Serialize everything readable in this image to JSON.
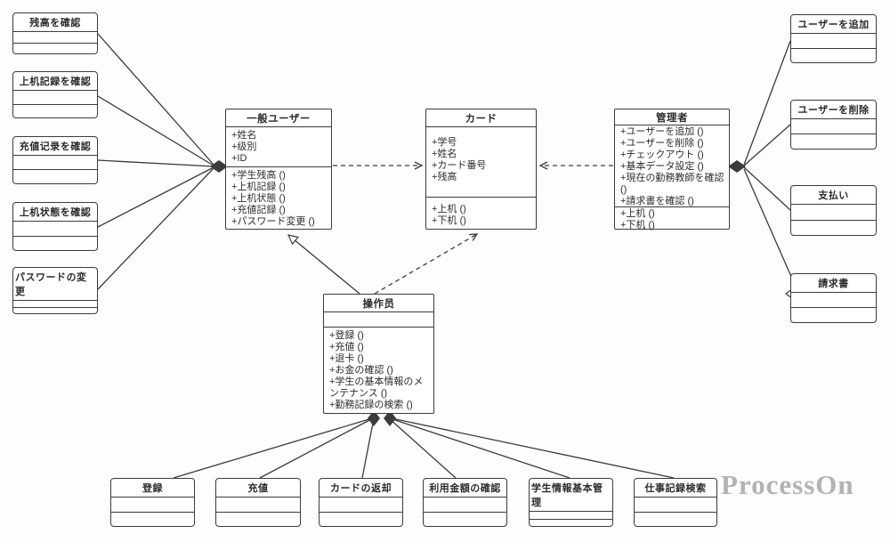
{
  "watermark": "ProcessOn",
  "usecases": {
    "left": [
      "残高を確認",
      "上机記録を確認",
      "充値记录を確認",
      "上机状態を確認",
      "パスワードの変更"
    ],
    "right": [
      "ユーザーを追加",
      "ユーザーを削除",
      "支払い",
      "請求書"
    ],
    "bottom": [
      "登録",
      "充値",
      "カードの返却",
      "利用金額の確認",
      "学生情報基本管理",
      "仕事記録検索"
    ]
  },
  "classes": {
    "general_user": {
      "title": "一般ユーザー",
      "attributes": [
        "+姓名",
        "+级別",
        "+ID"
      ],
      "methods": [
        "+学生残高 ()",
        "+上机記録 ()",
        "+上机状態 ()",
        "+充値記録 ()",
        "+パスワード変更 ()"
      ]
    },
    "card": {
      "title": "カード",
      "attributes": [
        "+学号",
        "+姓名",
        "+カード番号",
        "+残高"
      ],
      "methods": [
        "+上机 ()",
        "+下机 ()"
      ]
    },
    "admin": {
      "title": "管理者",
      "methods1": [
        "+ユーザーを追加 ()",
        "+ユーザーを削除 ()",
        "+チェックアウト ()",
        "+基本データ設定 ()",
        "+現在の勤務教師を確認 ()",
        "+請求書を確認 ()"
      ],
      "methods2": [
        "+上机 ()",
        "+下机 ()"
      ]
    },
    "operator": {
      "title": "操作员",
      "methods": [
        "+登録 ()",
        "+充値 ()",
        "+退卡 ()",
        "+お金の確認 ()",
        "+学生の基本情報のメンテナンス ()",
        "+勤務記録の検索 ()"
      ]
    }
  },
  "colors": {
    "line": "#3b3b3b",
    "box_fill": "#ffffff",
    "watermark": "#b3b3b3",
    "background": "#fdfdfd"
  }
}
